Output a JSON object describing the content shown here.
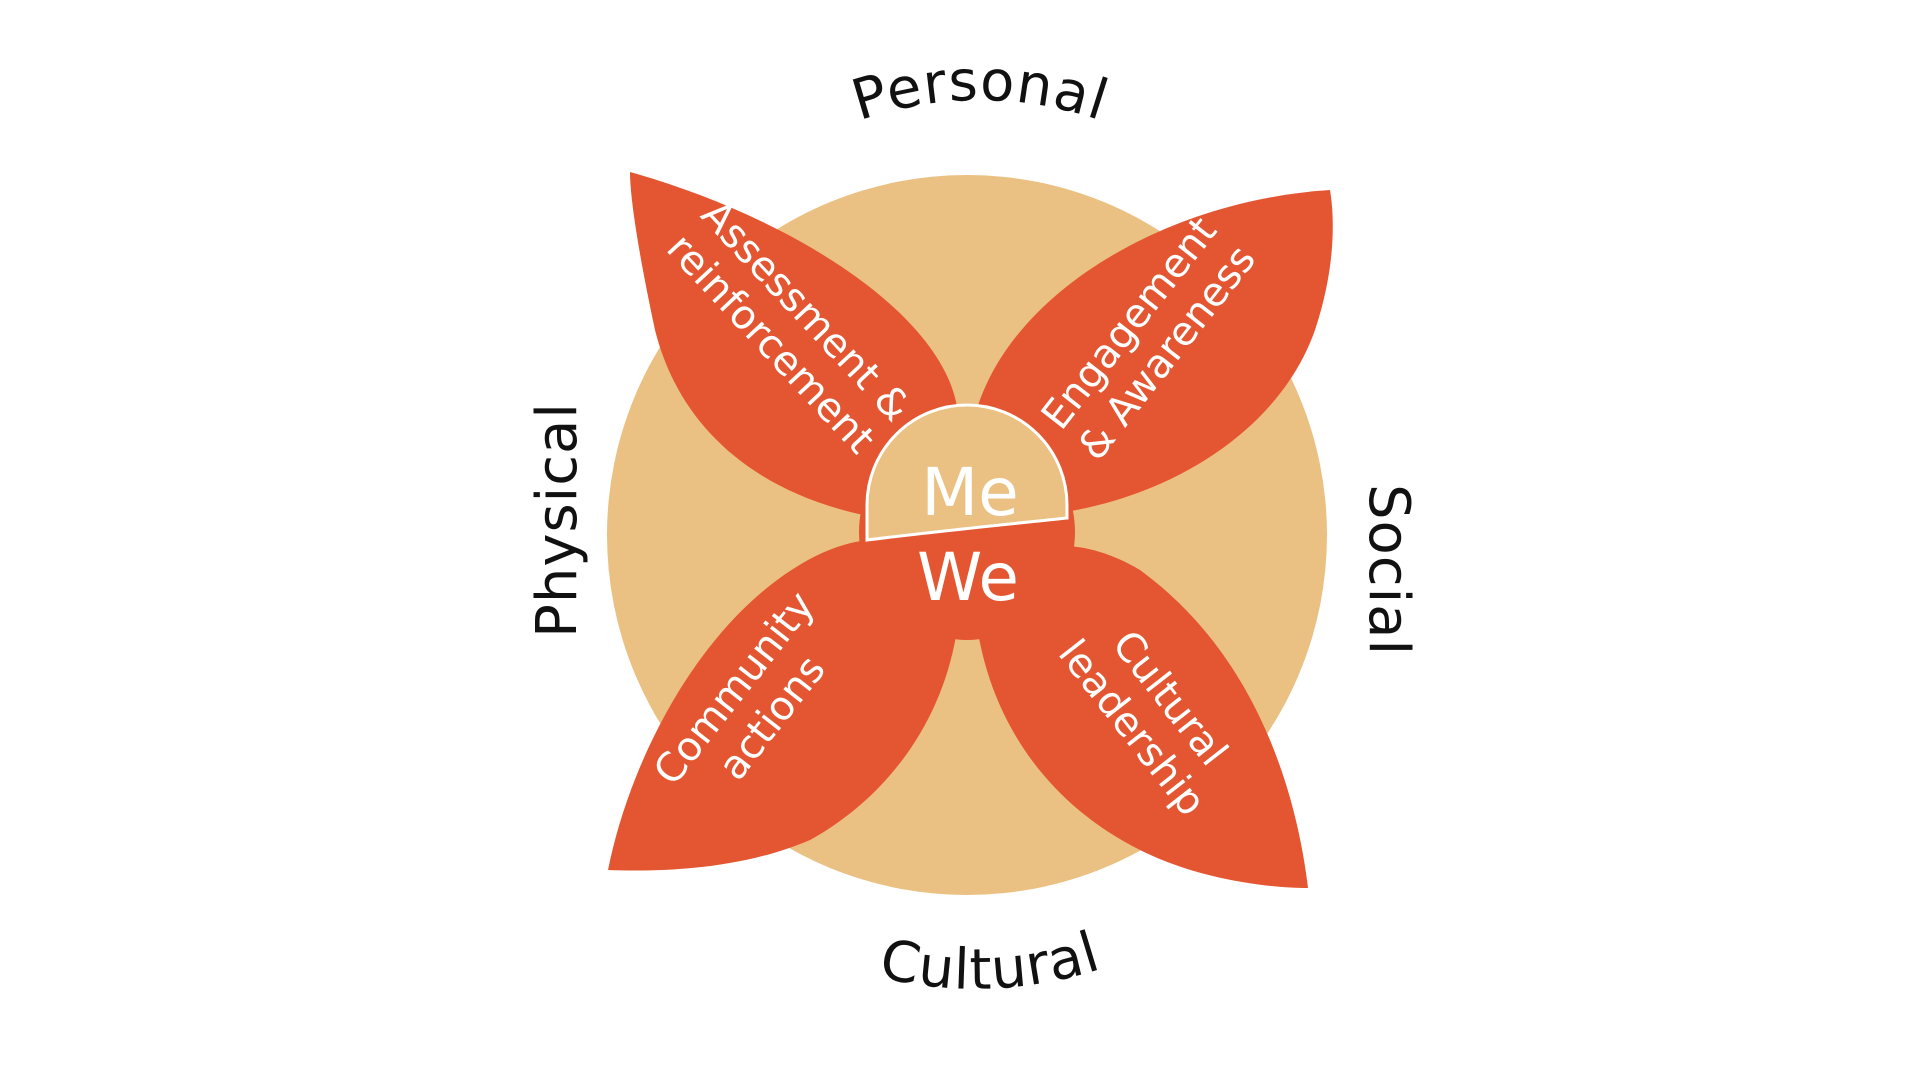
{
  "colors": {
    "background": "#ffffff",
    "circle": "#ebc183",
    "petal": "#e45631",
    "ring_text": "#111111",
    "petal_text": "#ffffff"
  },
  "outer_labels": {
    "personal": "Personal",
    "social": "Social",
    "cultural": "Cultural",
    "physical": "Physical"
  },
  "petals": {
    "top_left": {
      "line1": "Assessment &",
      "line2": "reinforcement"
    },
    "top_right": {
      "line1": "Engagement",
      "line2": "& Awareness"
    },
    "bottom_left": {
      "line1": "Community",
      "line2": "actions"
    },
    "bottom_right": {
      "line1": "Cultural",
      "line2": "leadership"
    }
  },
  "center": {
    "top": "Me",
    "bottom": "We"
  }
}
